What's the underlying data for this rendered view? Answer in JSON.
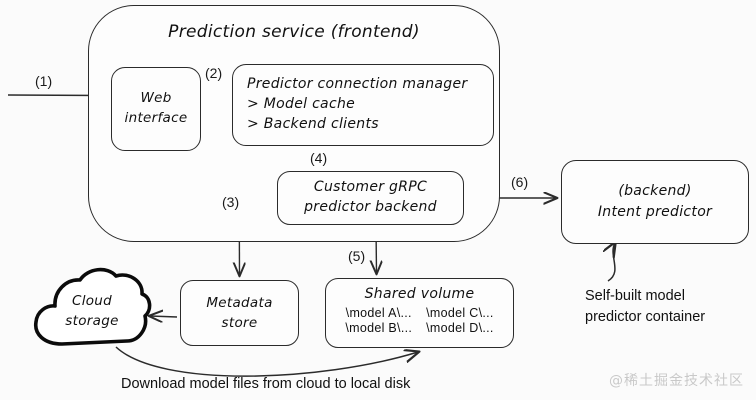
{
  "diagram": {
    "group": {
      "title": "Prediction service (frontend)"
    },
    "nodes": {
      "web_interface": {
        "line1": "Web",
        "line2": "interface"
      },
      "connection_manager": {
        "title": "Predictor connection manager",
        "bullet1": "> Model cache",
        "bullet2": "> Backend clients"
      },
      "grpc_backend": {
        "line1": "Customer gRPC",
        "line2": "predictor backend"
      },
      "intent_predictor": {
        "line1": "(backend)",
        "line2": "Intent predictor"
      },
      "metadata_store": {
        "line1": "Metadata",
        "line2": "store"
      },
      "cloud_storage": {
        "line1": "Cloud",
        "line2": "storage"
      },
      "shared_volume": {
        "title": "Shared volume",
        "paths": [
          "\\model A\\...",
          "\\model C\\...",
          "\\model B\\...",
          "\\model D\\..."
        ]
      }
    },
    "steps": {
      "s1": "(1)",
      "s2": "(2)",
      "s3": "(3)",
      "s4": "(4)",
      "s5": "(5)",
      "s6": "(6)"
    },
    "captions": {
      "self_built": {
        "line1": "Self-built model",
        "line2": "predictor container"
      },
      "download": "Download model files from cloud to local disk"
    },
    "watermark": "@稀土掘金技术社区",
    "colors": {
      "stroke": "#2b2b2b",
      "background": "#fbfbfb",
      "box_fill": "#fdfdfd",
      "watermark": "#c9c9c9"
    }
  }
}
